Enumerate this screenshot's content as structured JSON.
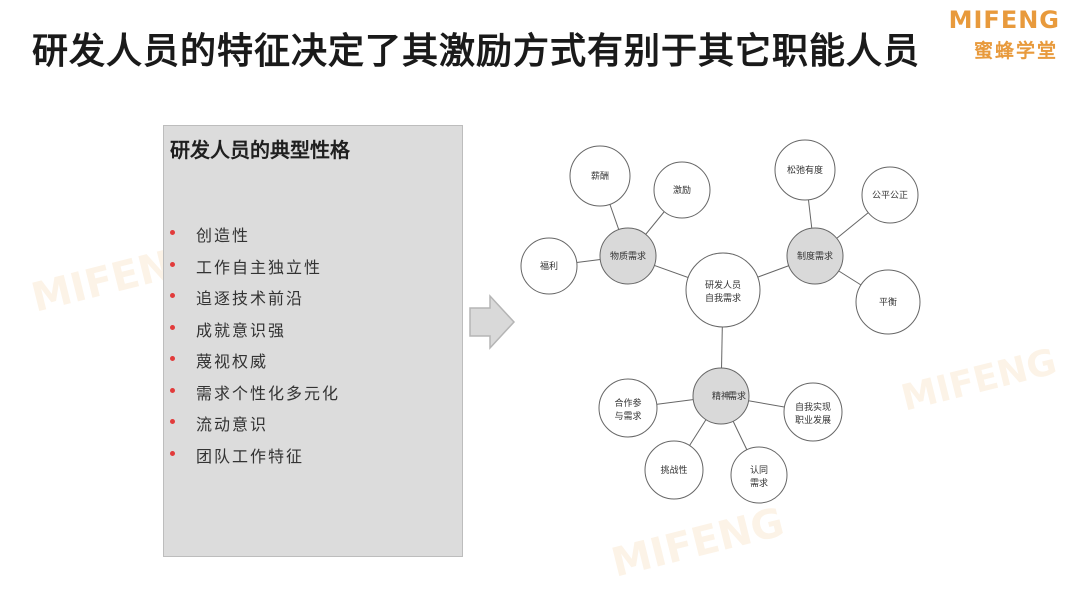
{
  "slide": {
    "title": "研发人员的特征决定了其激励方式有别于其它职能人员",
    "logo": {
      "en": "MIFENG",
      "cn": "蜜蜂学堂"
    }
  },
  "panel": {
    "title": "研发人员的典型性格",
    "traits": [
      "创造性",
      "工作自主独立性",
      "追逐技术前沿",
      "成就意识强",
      "蔑视权威",
      "需求个性化多元化",
      "流动意识",
      "团队工作特征"
    ]
  },
  "diagram": {
    "center": [
      "研发人员",
      "自我需求"
    ],
    "hubs": {
      "material": "物质需求",
      "system": "制度需求",
      "spirit": [
        "精神",
        "需求"
      ]
    },
    "leaves": {
      "salary": "薪酬",
      "incentive": "激励",
      "welfare": "福利",
      "relax": "松弛有度",
      "fair": "公平公正",
      "balance": "平衡",
      "participate": [
        "合作参",
        "与需求"
      ],
      "selfdev": [
        "自我实现",
        "职业发展"
      ],
      "challenge": "挑战性",
      "recognize": [
        "认同",
        "需求"
      ]
    },
    "colors": {
      "hub_fill": "#d9d9d9",
      "leaf_fill": "#ffffff",
      "stroke": "#666666"
    }
  }
}
